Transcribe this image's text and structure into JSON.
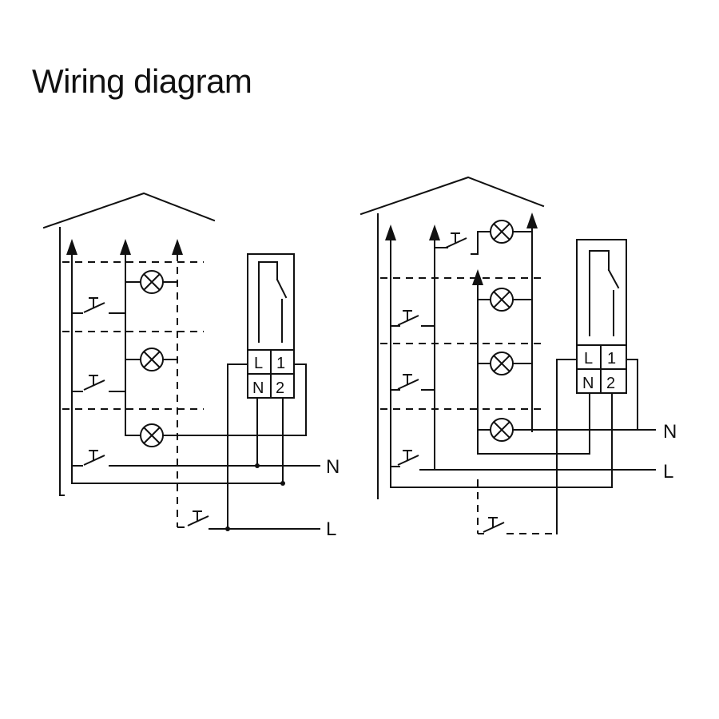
{
  "title": "Wiring diagram",
  "diagrams": [
    {
      "id": "left",
      "terminals": {
        "L": "L",
        "one": "1",
        "N": "N",
        "two": "2"
      },
      "lines": {
        "neutral": "N",
        "live": "L"
      }
    },
    {
      "id": "right",
      "terminals": {
        "L": "L",
        "one": "1",
        "N": "N",
        "two": "2"
      },
      "lines": {
        "neutral": "N",
        "live": "L"
      }
    }
  ],
  "colors": {
    "ink": "#111111",
    "background": "#ffffff"
  }
}
